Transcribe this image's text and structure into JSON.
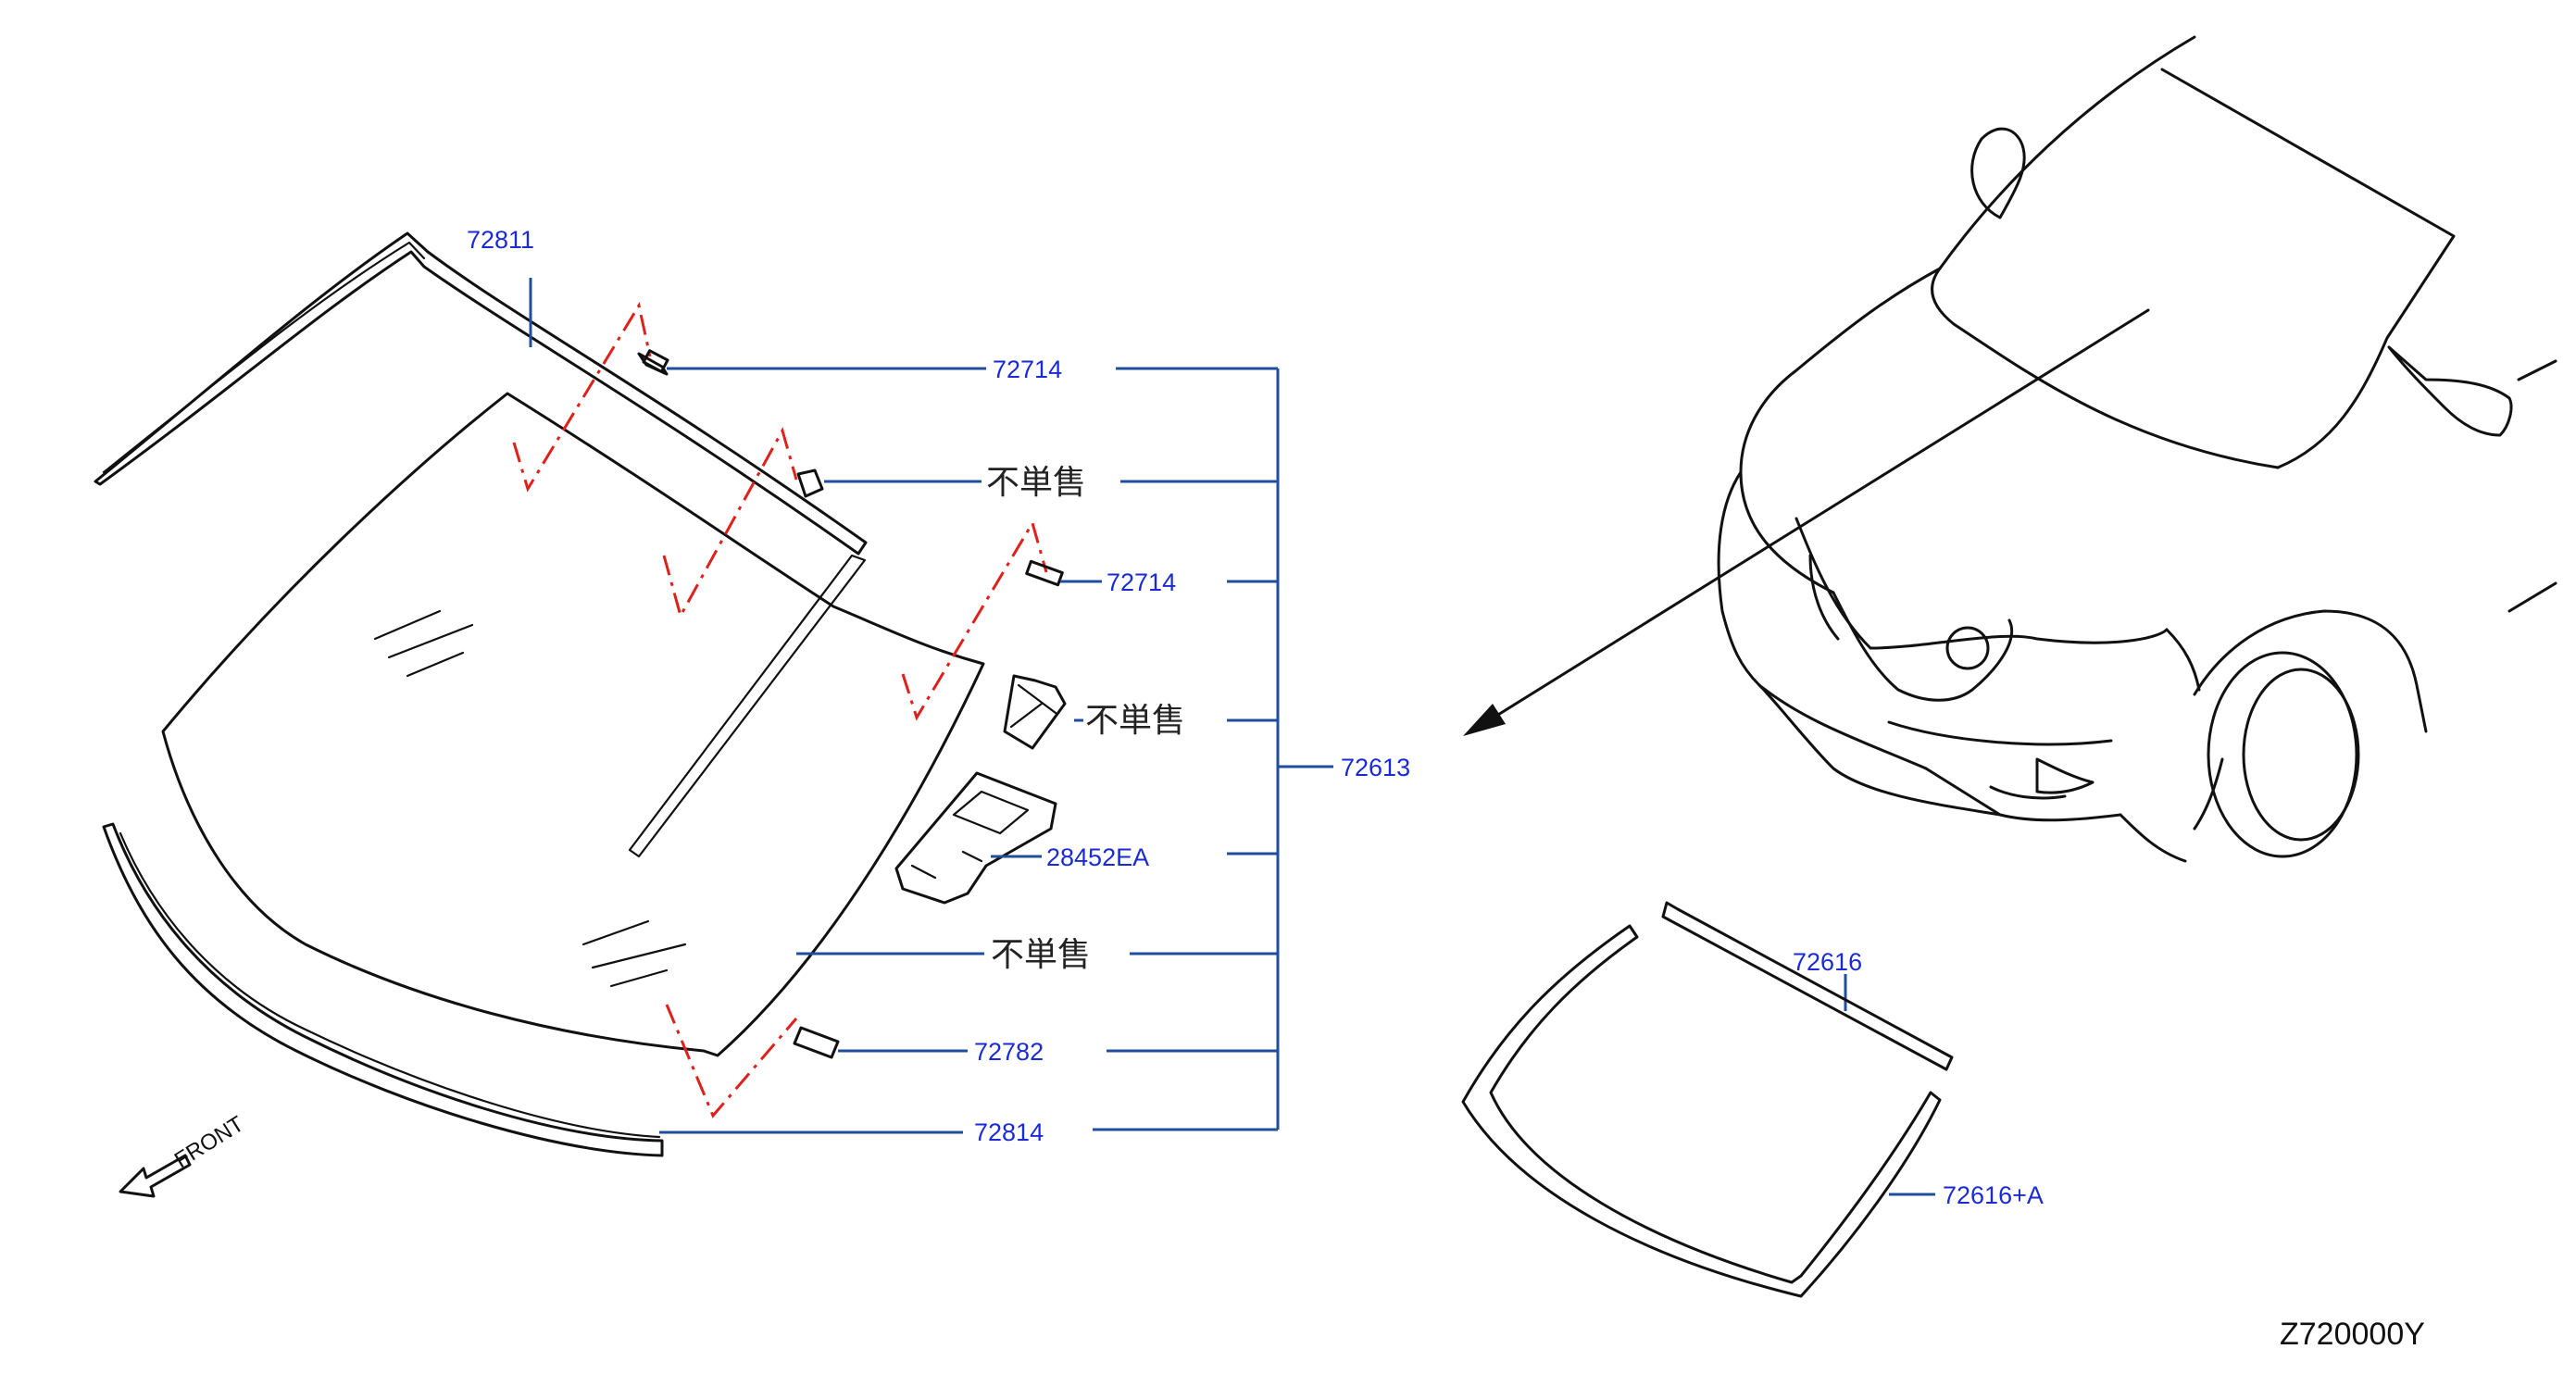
{
  "colors": {
    "label": "#1a2bd6",
    "leader": "#1f4e9c",
    "line": "#111111",
    "dash": "#e0201a",
    "background": "#ffffff"
  },
  "parts": {
    "p72811": "72811",
    "p72714a": "72714",
    "notsold1": "不単售",
    "p72714b": "72714",
    "notsold2": "不単售",
    "p28452ea": "28452EA",
    "notsold3": "不単售",
    "p72782": "72782",
    "p72814": "72814",
    "p72613": "72613",
    "p72616": "72616",
    "p72616a": "72616+A"
  },
  "front_label": "FRONT",
  "diagram_code": "Z720000Y",
  "icons": [
    "front-arrow-icon",
    "direction-arrow-icon"
  ]
}
